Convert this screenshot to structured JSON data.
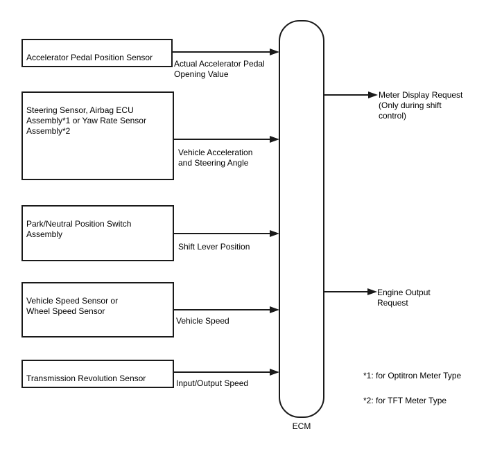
{
  "diagram": {
    "title": "ECM input/output block diagram",
    "background_color": "#ffffff",
    "line_color": "#1a1a1a",
    "text_color": "#000000"
  },
  "ecm": {
    "label": "ECM"
  },
  "input_boxes": [
    {
      "label": "Accelerator Pedal Position Sensor",
      "signal": "Actual Accelerator Pedal\nOpening Value"
    },
    {
      "label": "Steering Sensor, Airbag ECU\nAssembly*1 or Yaw Rate Sensor\nAssembly*2",
      "signal": "Vehicle Acceleration\nand Steering Angle"
    },
    {
      "label": "Park/Neutral Position Switch\nAssembly",
      "signal": "Shift Lever Position"
    },
    {
      "label": "Vehicle Speed Sensor or\nWheel Speed Sensor",
      "signal": "Vehicle Speed"
    },
    {
      "label": "Transmission Revolution Sensor",
      "signal": "Input/Output Speed"
    }
  ],
  "outputs": [
    {
      "label": "Meter Display Request\n(Only during shift\ncontrol)"
    },
    {
      "label": "Engine Output\nRequest"
    }
  ],
  "footnotes": [
    {
      "text": "*1: for Optitron Meter Type"
    },
    {
      "text": "*2: for TFT Meter Type"
    }
  ]
}
